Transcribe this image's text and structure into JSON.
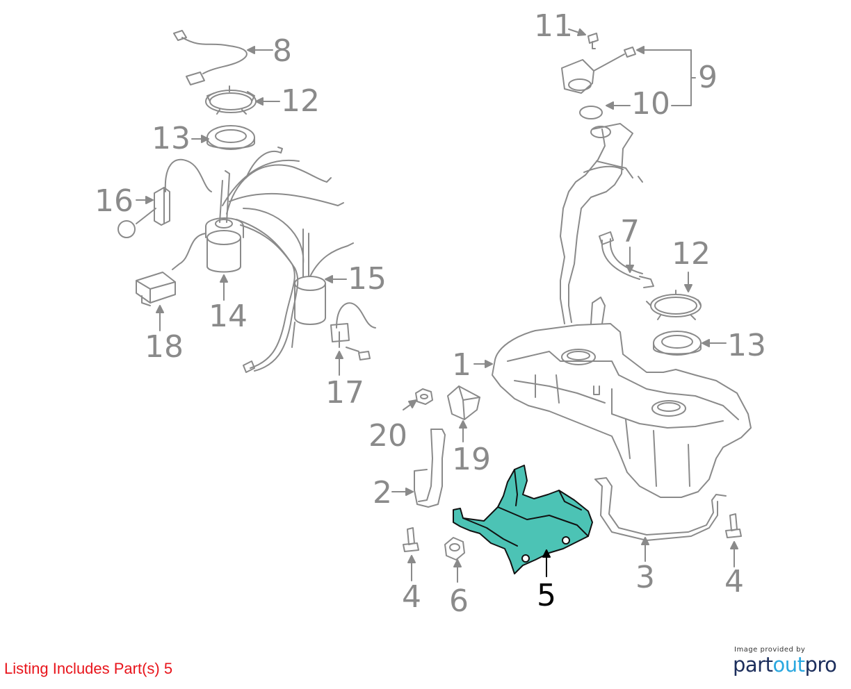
{
  "diagram": {
    "callouts": [
      "1",
      "2",
      "3",
      "4",
      "4",
      "5",
      "6",
      "7",
      "8",
      "9",
      "10",
      "11",
      "12",
      "12",
      "13",
      "13",
      "14",
      "15",
      "16",
      "17",
      "18",
      "19",
      "20"
    ],
    "highlight_color": "#4cc3b5",
    "line_color": "#8a8a8a"
  },
  "listing": {
    "text": "Listing Includes Part(s) 5",
    "color": "#e8141b"
  },
  "credit": {
    "caption": "Image provided by",
    "logo_part1": "part",
    "logo_part2": "out",
    "logo_part3": "pro"
  }
}
